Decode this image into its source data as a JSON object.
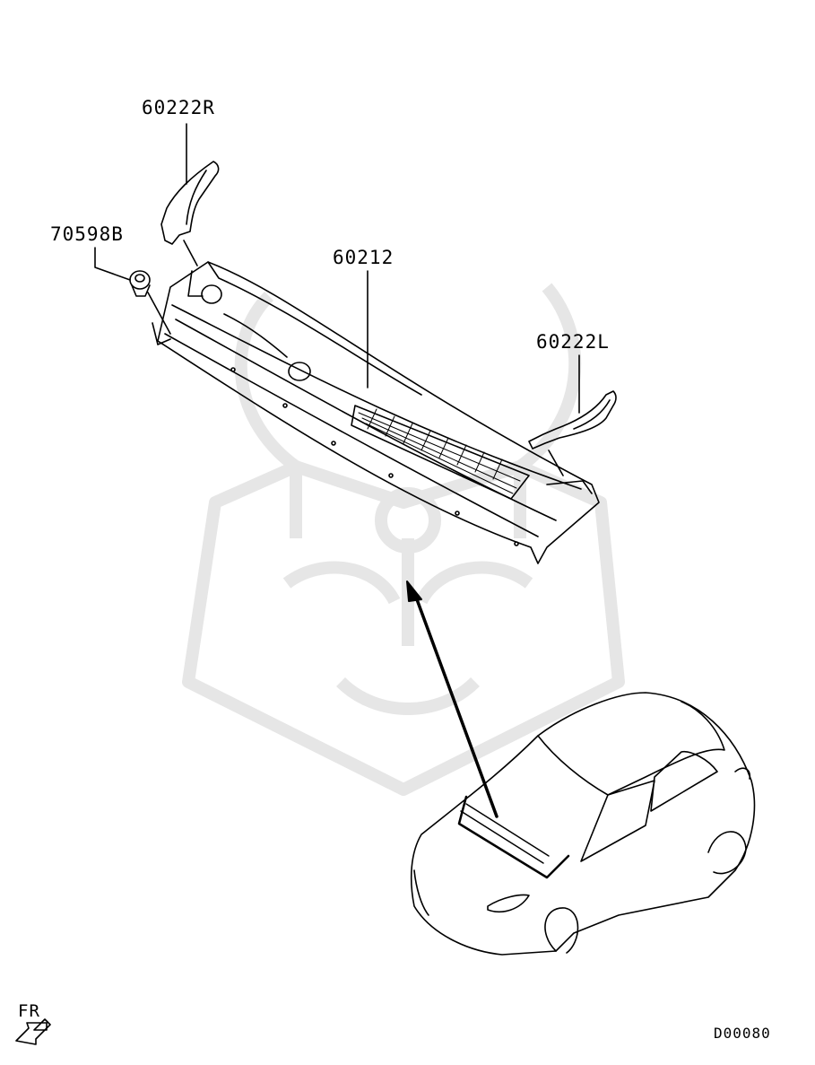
{
  "parts": [
    {
      "id": "p1",
      "number": "60222R"
    },
    {
      "id": "p2",
      "number": "70598B"
    },
    {
      "id": "p3",
      "number": "60212"
    },
    {
      "id": "p4",
      "number": "60222L"
    }
  ],
  "direction_label": "FR",
  "diagram_code": "D00080",
  "colors": {
    "line": "#000000",
    "watermark": "#e6e6e6"
  }
}
